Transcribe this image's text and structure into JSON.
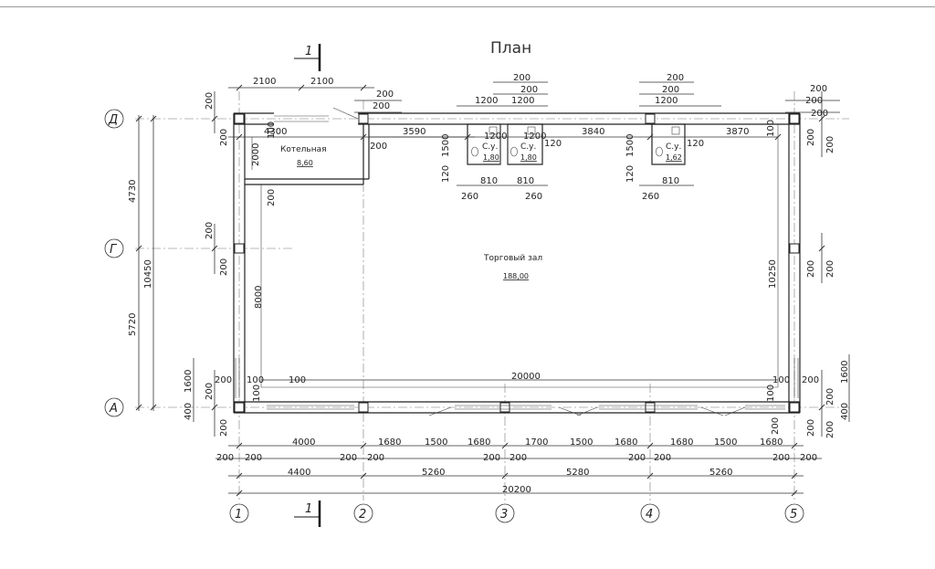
{
  "title": "План",
  "section_mark": "1",
  "axes": {
    "columns": [
      "1",
      "2",
      "3",
      "4",
      "5"
    ],
    "rows": [
      "Д",
      "Г",
      "А"
    ]
  },
  "rooms": {
    "boiler": {
      "name": "Котельная",
      "area": "8,60"
    },
    "hall": {
      "name": "Торговый зал",
      "area": "188,00"
    },
    "wc": {
      "name": "С.у.",
      "area1": "1,80",
      "area2": "1,80",
      "area3": "1,62"
    }
  },
  "dims": {
    "top_2100": "2100",
    "top_4300": "4300",
    "top_3590": "3590",
    "top_3840": "3840",
    "top_3870": "3870",
    "d200": "200",
    "d100": "100",
    "d120": "120",
    "d1200": "1200",
    "d1500": "1500",
    "d810": "810",
    "d260": "260",
    "d2000": "2000",
    "d8000": "8000",
    "d4730": "4730",
    "d5720": "5720",
    "d10450": "10450",
    "d10250": "10250",
    "d1600": "1600",
    "d400": "400",
    "d20000": "20000",
    "b_4000": "4000",
    "b_1680": "1680",
    "b_1500": "1500",
    "b_1700": "1700",
    "b_4400": "4400",
    "b_5260": "5260",
    "b_5280": "5280",
    "b_20200": "20200"
  }
}
